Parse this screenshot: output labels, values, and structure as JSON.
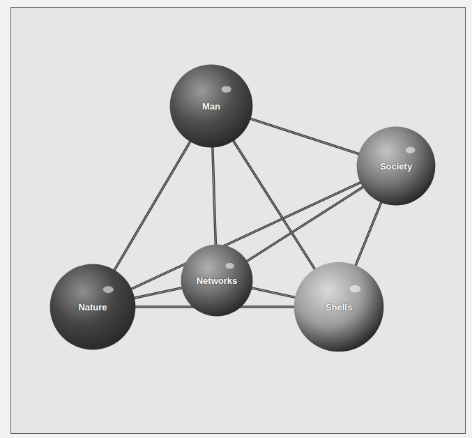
{
  "diagram": {
    "nodes": [
      {
        "text": [
          "Man"
        ]
      },
      {
        "text": [
          "Society"
        ]
      },
      {
        "text": [
          "Networks"
        ]
      },
      {
        "text": [
          "Nature"
        ]
      },
      {
        "text": [
          "Shells"
        ]
      }
    ],
    "edges": [
      {
        "from": 0,
        "to": 1,
        "arrow": "none"
      },
      {
        "from": 0,
        "to": 3,
        "arrow": "none"
      },
      {
        "from": 0,
        "to": 2,
        "arrow": "none"
      },
      {
        "from": 0,
        "to": 4,
        "arrow": "none"
      },
      {
        "from": 3,
        "to": 1,
        "arrow": "none"
      },
      {
        "from": 2,
        "to": 1,
        "arrow": "none"
      },
      {
        "from": 1,
        "to": 4,
        "arrow": "none"
      },
      {
        "from": 3,
        "to": 2,
        "arrow": "none"
      },
      {
        "from": 3,
        "to": 4,
        "arrow": "none"
      },
      {
        "from": 2,
        "to": 4,
        "arrow": "none"
      }
    ]
  }
}
